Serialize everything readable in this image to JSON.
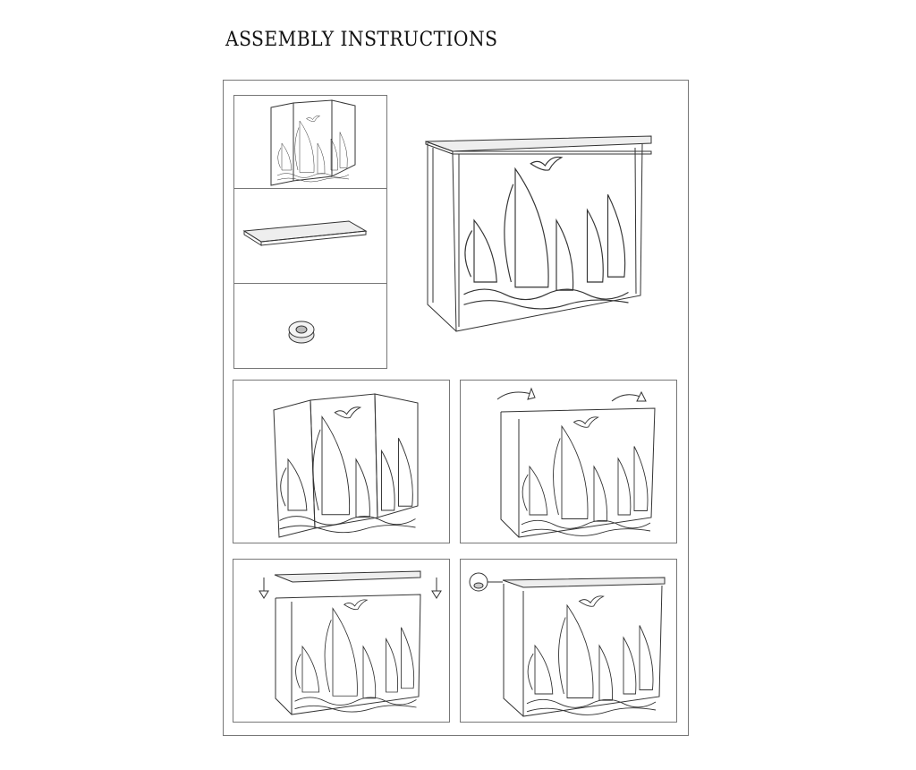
{
  "document": {
    "title": "ASSEMBLY INSTRUCTIONS"
  },
  "parts": [
    {
      "name": "side-frames"
    },
    {
      "name": "table-top"
    },
    {
      "name": "nut"
    }
  ],
  "steps": [
    {
      "name": "unfold-frames"
    },
    {
      "name": "rotate-frames"
    },
    {
      "name": "place-top"
    },
    {
      "name": "fasten-nuts"
    }
  ],
  "colors": {
    "line": "#333333",
    "border": "#777777",
    "top_fill": "#eeeeee"
  }
}
